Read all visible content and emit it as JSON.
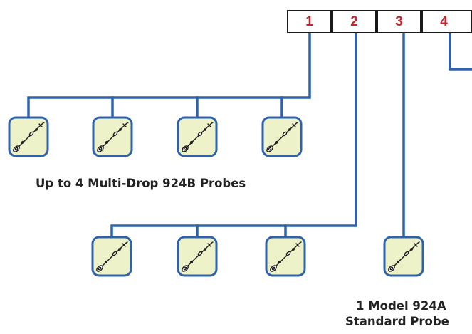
{
  "ports": [
    "1",
    "2",
    "3",
    "4"
  ],
  "port_text_color": "#c0272d",
  "wire_color": "#2f62ad",
  "probe_fill": "#eef2c8",
  "probe_border": "#2f62ad",
  "probe_icon": "probe-sensor-icon",
  "labels": {
    "group1": "Up to 4 Multi-Drop 924B Probes",
    "standard_line1": "1 Model 924A",
    "standard_line2": "Standard Probe"
  }
}
